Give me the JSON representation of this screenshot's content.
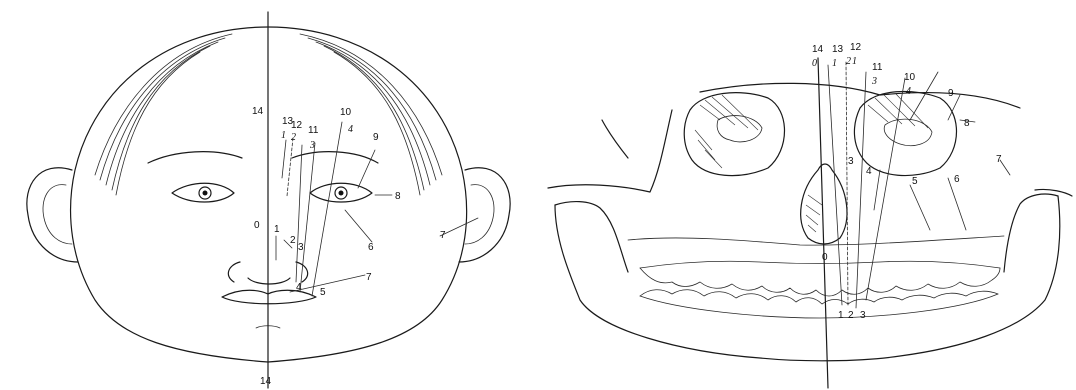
{
  "face_panel": {
    "labels": {
      "l14_top": "14",
      "l14_bottom": "14",
      "l13": "13",
      "l12": "12",
      "l11": "11",
      "l10": "10",
      "l9": "9",
      "l8": "8",
      "l7_cheek": "7",
      "l7_lip": "7",
      "l6": "6",
      "l5": "5",
      "l4": "4",
      "l3_nose": "3",
      "l2_nose": "2",
      "l1_nose": "1",
      "l0": "0",
      "i1": "1",
      "i2": "2",
      "i3": "3",
      "i4": "4"
    }
  },
  "skull_panel": {
    "labels": {
      "l14": "14",
      "l13": "13",
      "l12": "12",
      "l11": "11",
      "l10": "10",
      "l9": "9",
      "l8": "8",
      "l7": "7",
      "l6": "6",
      "l5": "5",
      "l4": "4",
      "l3_orbit": "3",
      "l0": "0",
      "b1": "1",
      "b2": "2",
      "b3": "3",
      "i0": "0",
      "i1": "1",
      "i2": "2",
      "i1b": "1",
      "i3": "3",
      "i4": "4"
    }
  }
}
